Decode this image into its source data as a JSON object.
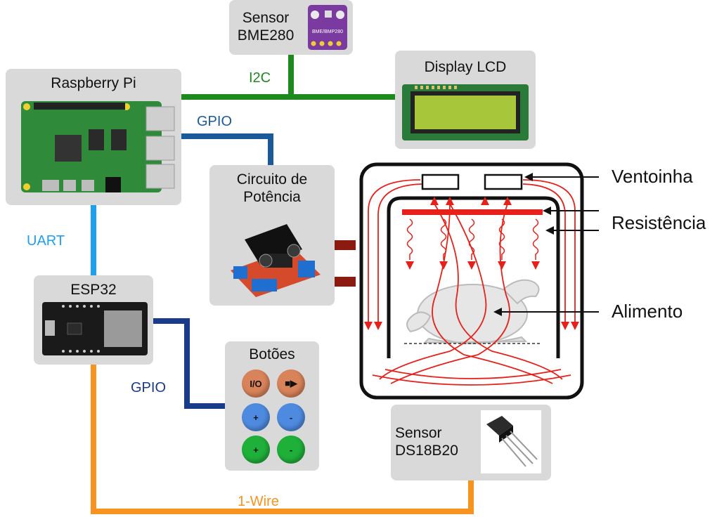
{
  "components": {
    "raspberry": {
      "title": "Raspberry Pi"
    },
    "bme280": {
      "title": "Sensor\nBME280",
      "chip_text": "BME/BMP280"
    },
    "display": {
      "title": "Display LCD"
    },
    "power": {
      "title": "Circuito de\nPotência"
    },
    "esp32": {
      "title": "ESP32"
    },
    "buttons": {
      "title": "Botões",
      "items": [
        {
          "label": "I/O",
          "color": "orange"
        },
        {
          "label": "■▶",
          "color": "orange"
        },
        {
          "label": "+",
          "color": "blue"
        },
        {
          "label": "-",
          "color": "blue"
        },
        {
          "label": "+",
          "color": "green"
        },
        {
          "label": "-",
          "color": "green"
        }
      ]
    },
    "ds18b20": {
      "title": "Sensor\nDS18B20"
    }
  },
  "buses": {
    "i2c": {
      "label": "I2C",
      "color": "#1e8a1e"
    },
    "gpio_top": {
      "label": "GPIO",
      "color": "#1a5a9a"
    },
    "uart": {
      "label": "UART",
      "color": "#1ea0f0"
    },
    "gpio_bottom": {
      "label": "GPIO",
      "color": "#1a3a8a"
    },
    "onewire": {
      "label": "1-Wire",
      "color": "#f7931e"
    }
  },
  "oven_labels": {
    "fan": "Ventoinha",
    "heater": "Resistência",
    "food": "Alimento"
  },
  "colors": {
    "box_bg": "#d9d9d9",
    "airflow": "#e8201a",
    "power_link": "#8b1a10"
  }
}
